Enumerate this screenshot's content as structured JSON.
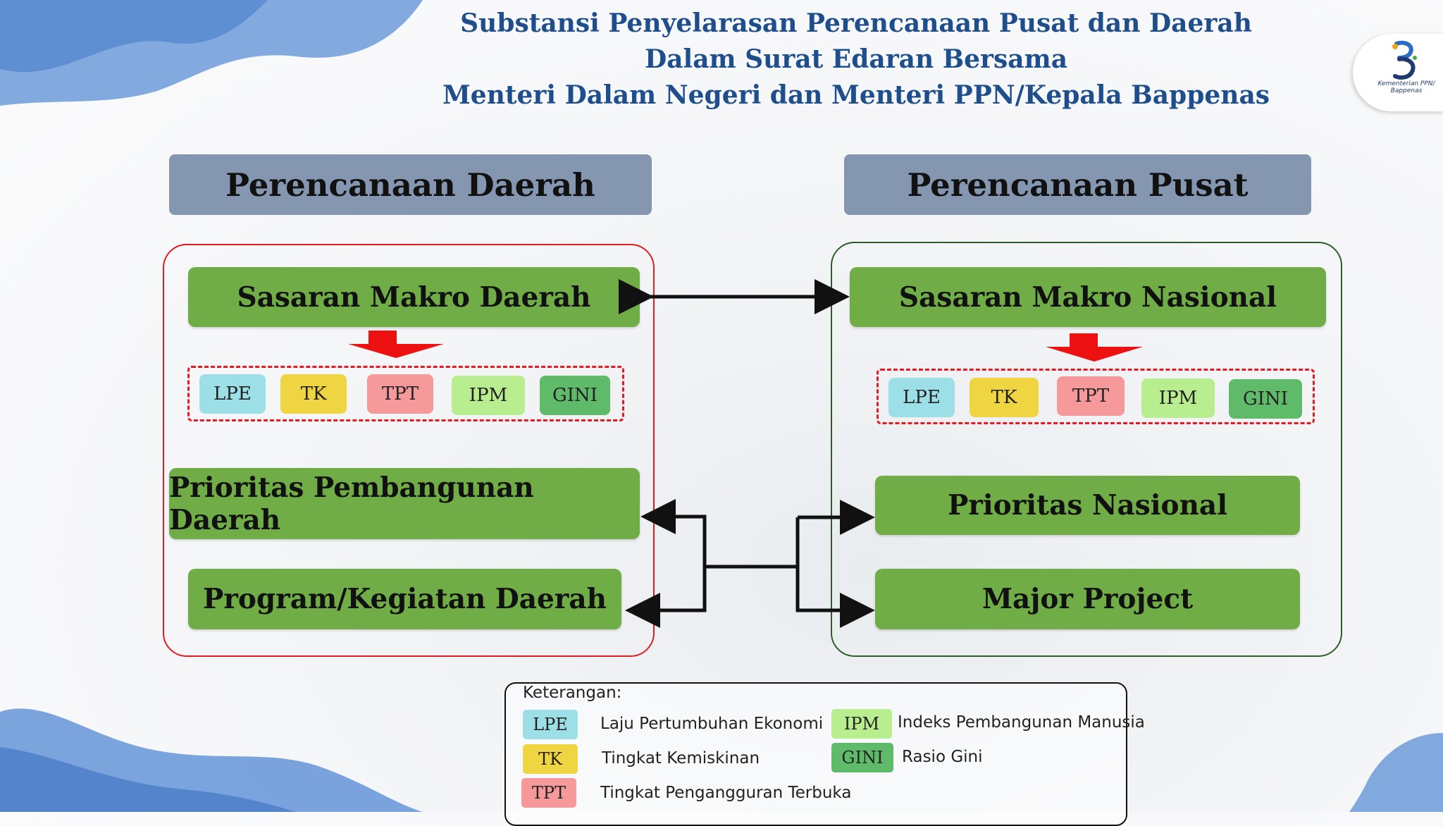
{
  "title": {
    "line1": "Substansi Penyelarasan Perencanaan Pusat dan Daerah",
    "line2": "Dalam Surat Edaran Bersama",
    "line3": "Menteri Dalam Negeri dan Menteri PPN/Kepala Bappenas"
  },
  "logo": {
    "text": "Kementerian PPN/ Bappenas"
  },
  "left": {
    "header": "Perencanaan Daerah",
    "sasaran": "Sasaran Makro Daerah",
    "prioritas": "Prioritas Pembangunan Daerah",
    "program": "Program/Kegiatan Daerah"
  },
  "right": {
    "header": "Perencanaan Pusat",
    "sasaran": "Sasaran Makro Nasional",
    "prioritas": "Prioritas Nasional",
    "major": "Major Project"
  },
  "indicators": [
    {
      "label": "LPE",
      "color": "#9ddfe6"
    },
    {
      "label": "TK",
      "color": "#f0d542"
    },
    {
      "label": "TPT",
      "color": "#f5999a"
    },
    {
      "label": "IPM",
      "color": "#b8ee8f"
    },
    {
      "label": "GINI",
      "color": "#5fba6a"
    }
  ],
  "legend": {
    "title": "Keterangan:",
    "items": [
      {
        "abbr": "LPE",
        "text": "Laju Pertumbuhan Ekonomi",
        "color": "#9ddfe6"
      },
      {
        "abbr": "TK",
        "text": "Tingkat Kemiskinan",
        "color": "#f0d542"
      },
      {
        "abbr": "TPT",
        "text": "Tingkat Pengangguran Terbuka",
        "color": "#f5999a"
      },
      {
        "abbr": "IPM",
        "text": "Indeks Pembangunan Manusia",
        "color": "#b8ee8f"
      },
      {
        "abbr": "GINI",
        "text": "Rasio Gini",
        "color": "#5fba6a"
      }
    ]
  },
  "colors": {
    "green_box": "#70ad47",
    "header_box": "#8496b0",
    "left_outline": "#e31b23",
    "right_outline": "#2f5d2a",
    "title": "#1f4e8c",
    "arrow_red": "#ee1111"
  }
}
